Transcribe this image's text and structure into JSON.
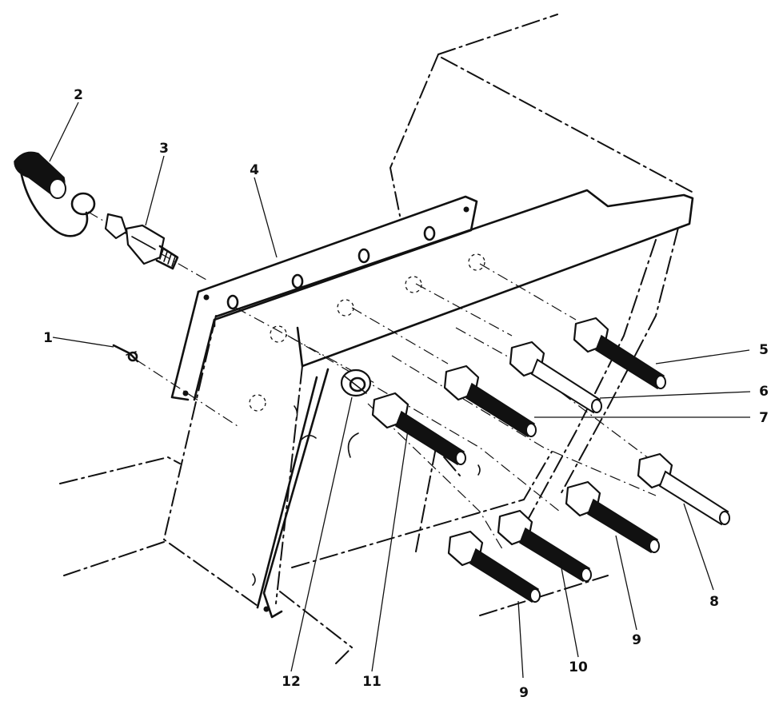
{
  "diagram": {
    "callouts": [
      "1",
      "2",
      "3",
      "4",
      "5",
      "6",
      "7",
      "8",
      "9",
      "10",
      "9",
      "11",
      "12"
    ]
  }
}
